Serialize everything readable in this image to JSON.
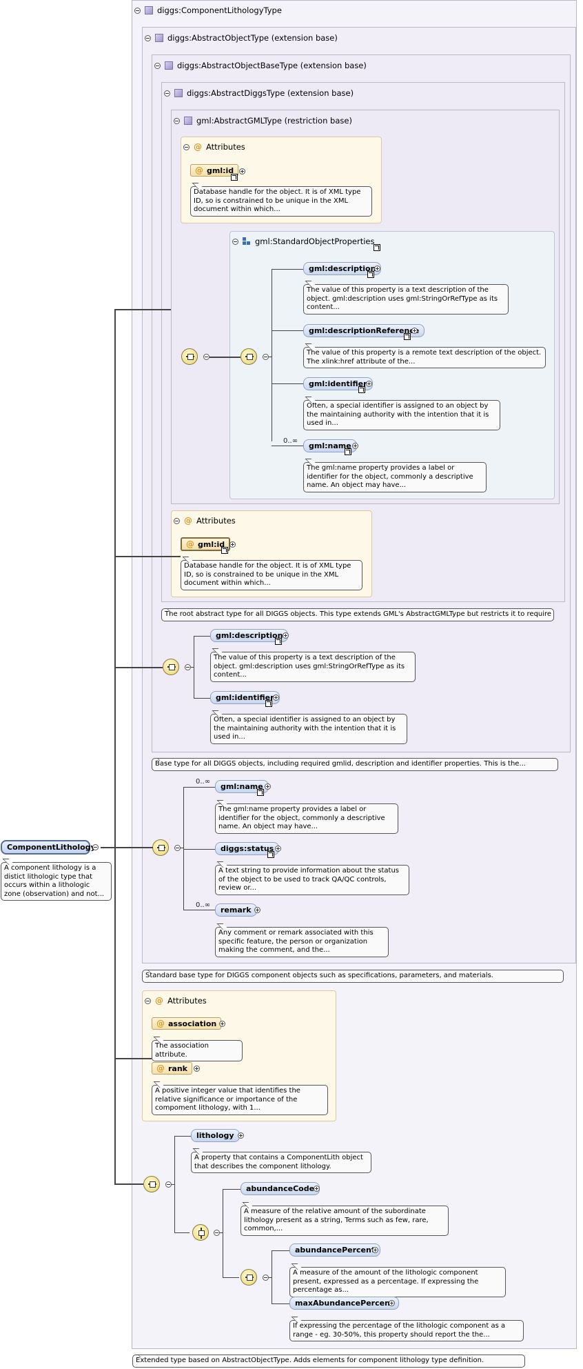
{
  "root": {
    "name": "ComponentLithology",
    "doc": "A component lithology is a distict lithologic type that occurs within a lithologic zone (observation) and not..."
  },
  "types": {
    "component": "diggs:ComponentLithologyType",
    "abstractObject": "diggs:AbstractObjectType (extension base)",
    "abstractObjectBase": "diggs:AbstractObjectBaseType (extension base)",
    "abstractDiggs": "diggs:AbstractDiggsType (extension base)",
    "abstractGML": "gml:AbstractGMLType (restriction base)"
  },
  "attributes_label": "Attributes",
  "gml_attr": {
    "name": "gml:id",
    "doc": "Database handle for the object. It is of XML type ID, so is constrained to be unique in the XML document within which..."
  },
  "std_props": {
    "name": "gml:StandardObjectProperties",
    "items": [
      {
        "name": "gml:description",
        "doc": "The value of this property is a text description of the object. gml:description uses gml:StringOrRefType as its content..."
      },
      {
        "name": "gml:descriptionReference",
        "doc": "The value of this property is a remote text description of the object. The xlink:href attribute of the..."
      },
      {
        "name": "gml:identifier",
        "doc": "Often, a special identifier is assigned to an object by the maintaining authority with the intention that it is used in..."
      },
      {
        "name": "gml:name",
        "doc": "The gml:name property provides a label or identifier for the object, commonly a descriptive name. An object may have...",
        "card": "0..∞"
      }
    ]
  },
  "diggs_attr": {
    "name": "gml:id",
    "doc": "Database handle for the object. It is of XML type ID, so is constrained to be unique in the XML document within which..."
  },
  "diggs_doc": "The root abstract type for all DIGGS objects. This type extends GML's AbstractGMLType but restricts it to require a...",
  "base_seq": [
    {
      "name": "gml:description",
      "doc": "The value of this property is a text description of the object. gml:description uses gml:StringOrRefType as its content..."
    },
    {
      "name": "gml:identifier",
      "doc": "Often, a special identifier is assigned to an object by the maintaining authority with the intention that it is used in..."
    }
  ],
  "base_doc": "Base type for all DIGGS objects, including required gmlid, description and identifier properties. This is the...",
  "obj_seq": [
    {
      "name": "gml:name",
      "doc": "The gml:name property provides a label or identifier for the object, commonly a descriptive name. An object may have...",
      "card": "0..∞"
    },
    {
      "name": "diggs:status",
      "doc": "A text string to provide information about the status of the object to be used to track QA/QC controls, review or..."
    },
    {
      "name": "remark",
      "doc": "Any comment or remark associated with this specific feature, the person or organization making the comment, and the...",
      "card": "0..∞"
    }
  ],
  "obj_doc": "Standard base type for DIGGS component objects such as specifications, parameters, and materials.",
  "comp_attrs": [
    {
      "name": "association",
      "doc": "The association attribute."
    },
    {
      "name": "rank",
      "doc": "A positive integer value that identifies the relative significance or importance of the compoment lithology, with 1..."
    }
  ],
  "comp_seq": {
    "lithology": {
      "name": "lithology",
      "doc": "A property that contains a ComponentLith object that describes the component lithology."
    },
    "abundanceCode": {
      "name": "abundanceCode",
      "doc": "A measure of the relative amount of the subordinate lithology present as a string, Terms such as few, rare, common,..."
    },
    "abundancePercent": {
      "name": "abundancePercent",
      "doc": "A measure of the amount of the lithologic component present, expressed as a percentage. If expressing the percentage as..."
    },
    "maxAbundancePercent": {
      "name": "maxAbundancePercent",
      "doc": "If expressing the percentage of the lithologic component as a range - eg. 30-50%, this property should report the the..."
    }
  },
  "component_doc": "Extended type based on AbstractObjectType. Adds elements for component lithology type definition."
}
